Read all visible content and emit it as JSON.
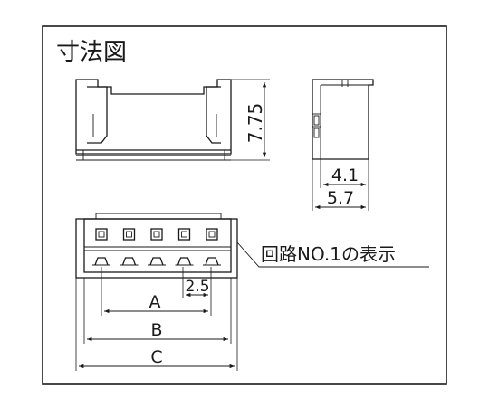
{
  "diagram": {
    "title": "寸法図",
    "dimensions": {
      "height": "7.75",
      "depth_inner": "4.1",
      "depth_outer": "5.7",
      "pitch": "2.5",
      "A": "A",
      "B": "B",
      "C": "C"
    },
    "callout_label": "回路NO.1の表示",
    "pin_count": 5
  },
  "colors": {
    "line": "#1a1a1a",
    "background": "#ffffff"
  }
}
